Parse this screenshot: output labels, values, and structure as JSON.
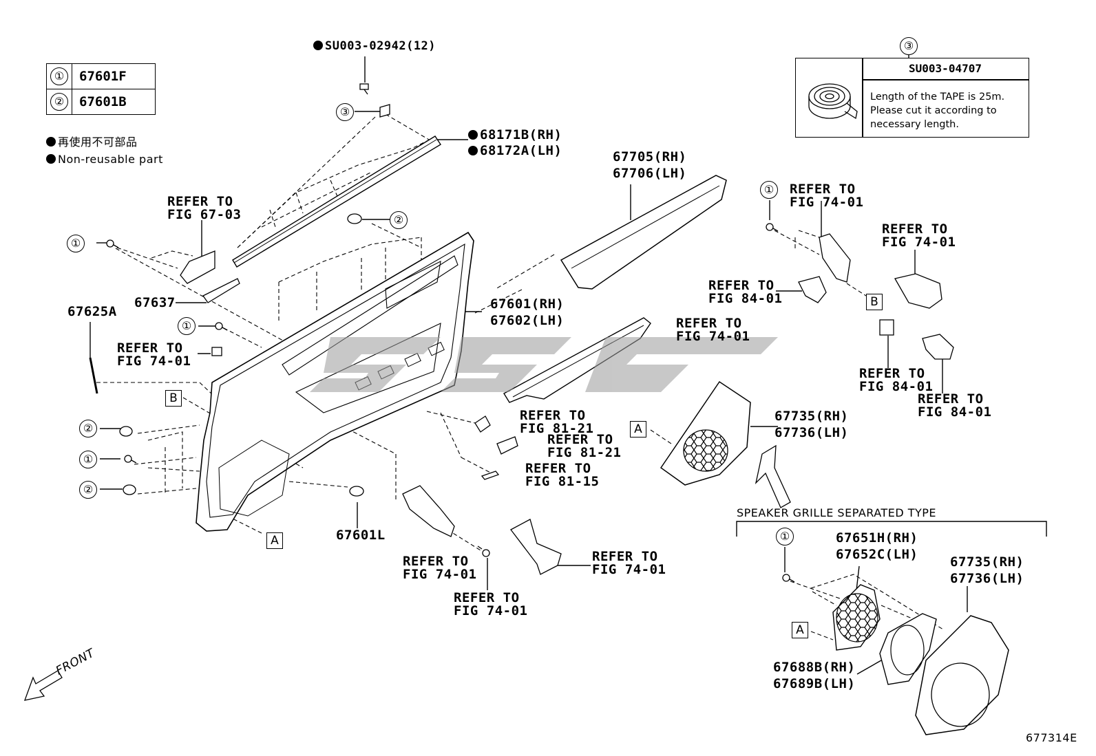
{
  "legend": {
    "rows": [
      {
        "index": "①",
        "part": "67601F"
      },
      {
        "index": "②",
        "part": "67601B"
      }
    ],
    "symbol_notes": [
      "再使用不可部品",
      "Non-reusable part"
    ]
  },
  "tape_box": {
    "index": "③",
    "part": "SU003-04707",
    "note_lines": [
      "Length of the TAPE is 25m.",
      "Please cut it according to",
      "necessary length."
    ]
  },
  "callouts": {
    "c1": "①",
    "c2": "②",
    "c3": "③",
    "boxA": "A",
    "boxB": "B"
  },
  "labels": {
    "su_screw": "SU003-02942(12)",
    "p68171": "68171B(RH)",
    "p68172": "68172A(LH)",
    "p67705": "67705(RH)",
    "p67706": "67706(LH)",
    "refer_to": "REFER TO",
    "fig_67_03": "FIG 67-03",
    "fig_74_01": "FIG 74-01",
    "fig_84_01": "FIG 84-01",
    "fig_81_21": "FIG 81-21",
    "fig_81_15": "FIG 81-15",
    "p67637": "67637",
    "p67625A": "67625A",
    "p67601": "67601(RH)",
    "p67602": "67602(LH)",
    "p67601L": "67601L",
    "p67735": "67735(RH)",
    "p67736": "67736(LH)",
    "speaker_type": "SPEAKER GRILLE SEPARATED TYPE",
    "p67651H": "67651H(RH)",
    "p67652C": "67652C(LH)",
    "p67688B": "67688B(RH)",
    "p67689B": "67689B(LH)",
    "front": "FRONT",
    "diagram_id": "677314E"
  }
}
